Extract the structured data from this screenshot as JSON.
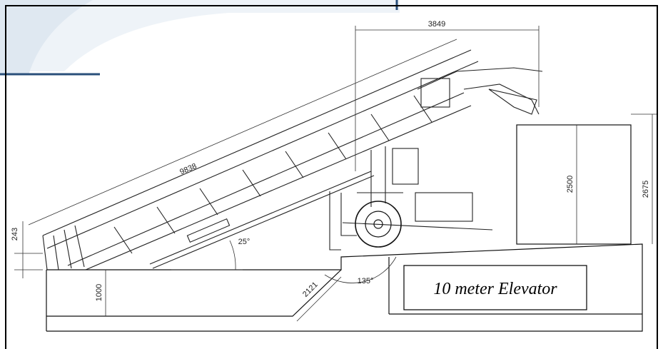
{
  "title": "10 meter Elevator",
  "dimensions": {
    "top_width": "3849",
    "conveyor_length": "9838",
    "platform_height": "2500",
    "platform_total_height": "2675",
    "small_offset": "243",
    "base_height": "1000",
    "ramp_length": "2121",
    "incline_angle": "25°",
    "ramp_angle": "135°"
  },
  "colors": {
    "line": "#111111",
    "frame": "#000000",
    "corner_accent": "#2a4f7a",
    "corner_fade": "#dfe8f1"
  }
}
